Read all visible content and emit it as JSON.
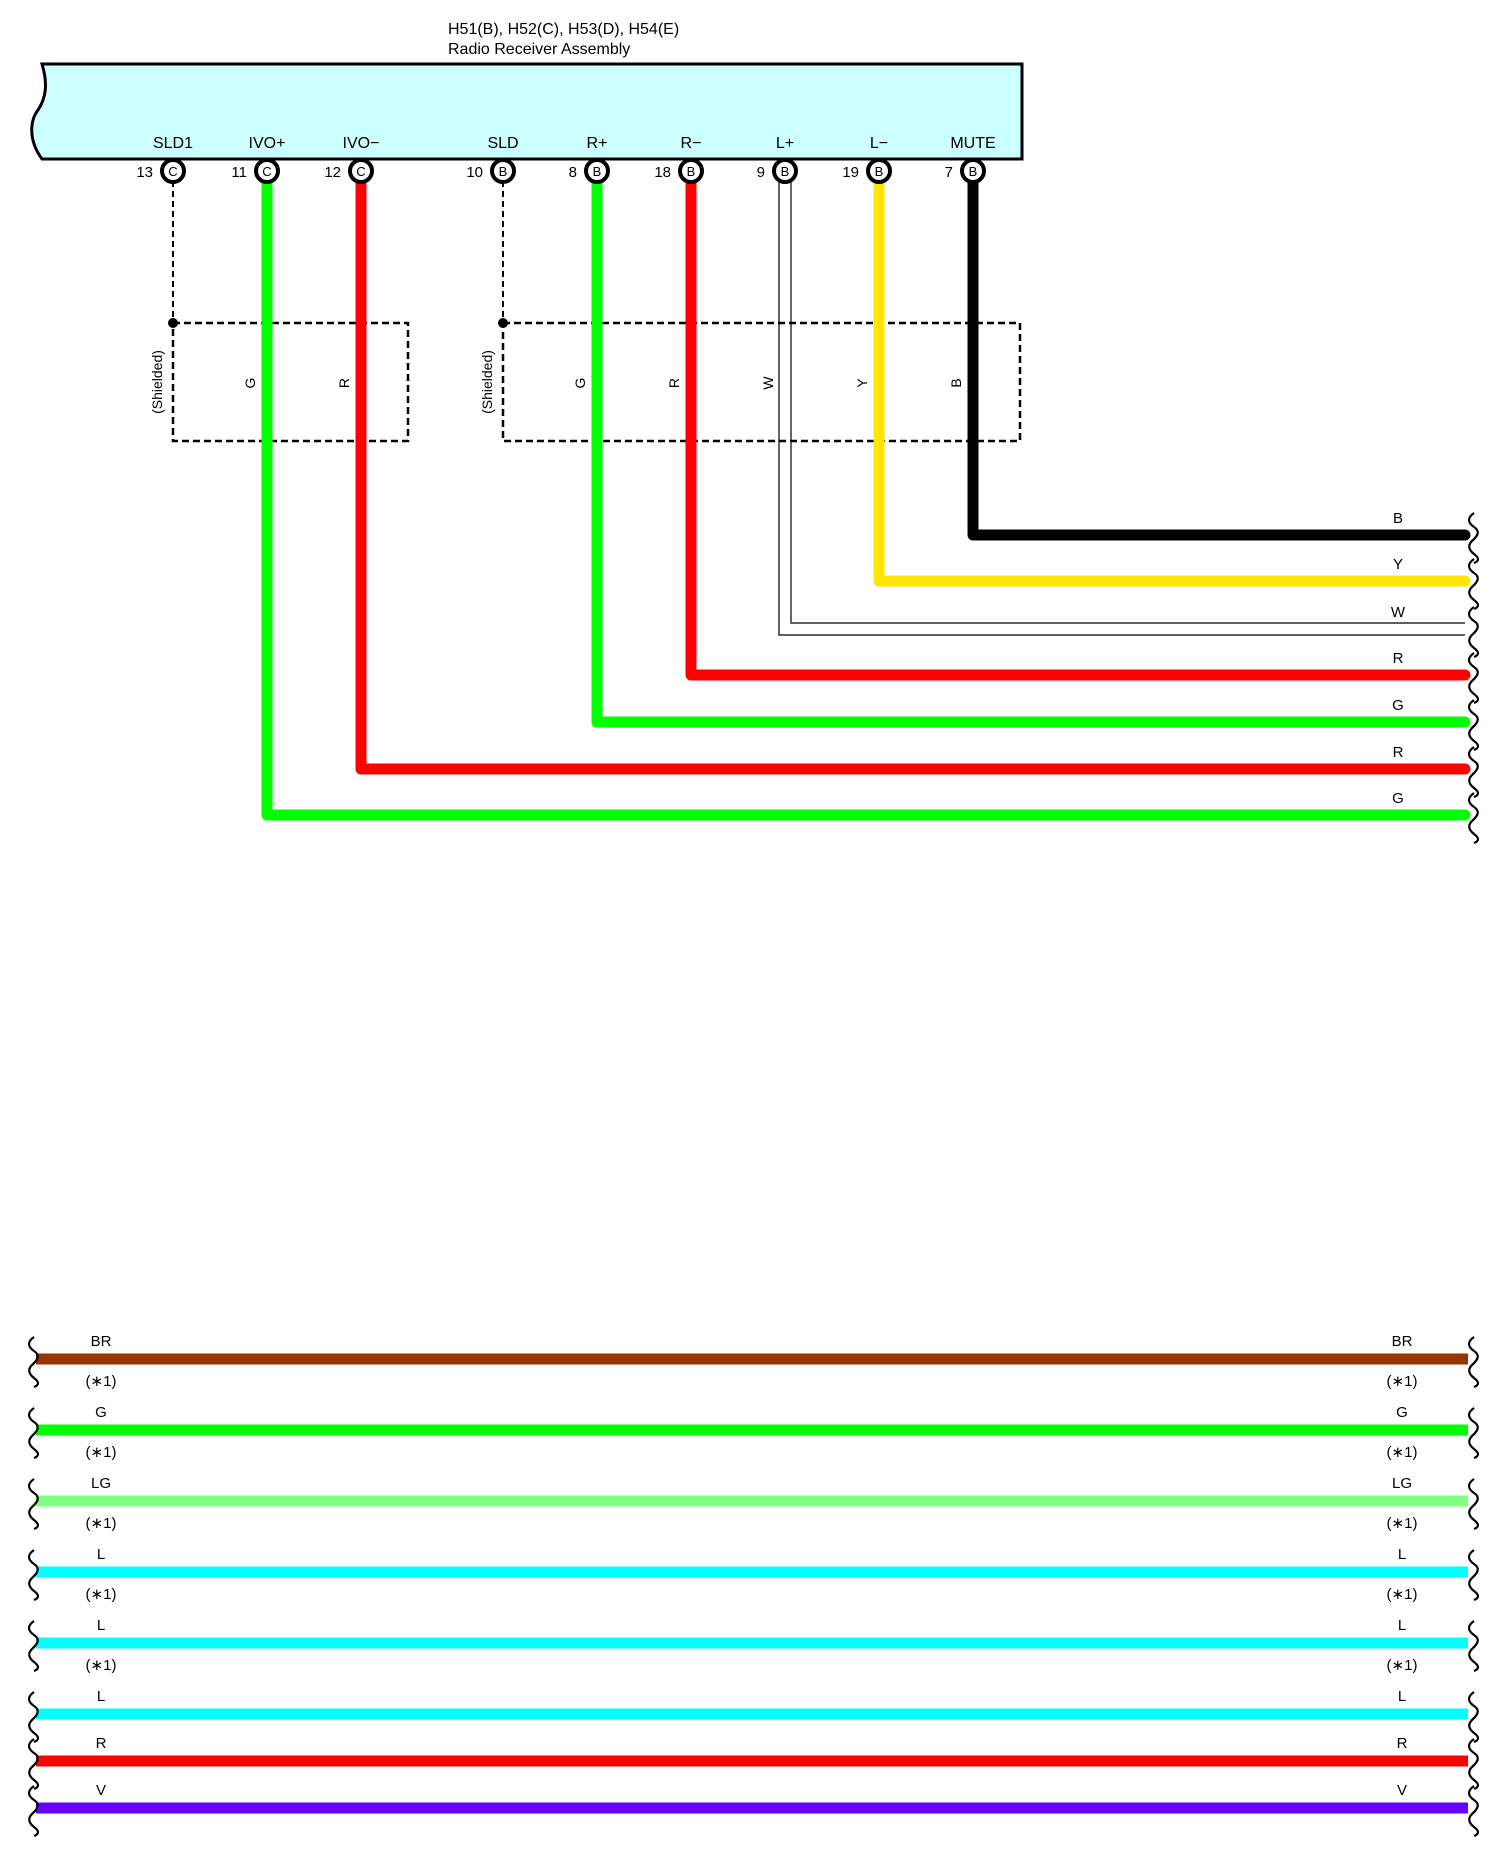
{
  "component": {
    "connectors_label": "H51(B), H52(C), H53(D), H54(E)",
    "name": "Radio Receiver Assembly",
    "box_color": "#ccffff"
  },
  "terminals": [
    {
      "id": "SLD1",
      "label": "SLD1",
      "pin": "13",
      "connector": "C"
    },
    {
      "id": "IVO+",
      "label": "IVO+",
      "pin": "11",
      "connector": "C"
    },
    {
      "id": "IVO-",
      "label": "IVO−",
      "pin": "12",
      "connector": "C"
    },
    {
      "id": "SLD",
      "label": "SLD",
      "pin": "10",
      "connector": "B"
    },
    {
      "id": "R+",
      "label": "R+",
      "pin": "8",
      "connector": "B"
    },
    {
      "id": "R-",
      "label": "R−",
      "pin": "18",
      "connector": "B"
    },
    {
      "id": "L+",
      "label": "L+",
      "pin": "9",
      "connector": "B"
    },
    {
      "id": "L-",
      "label": "L−",
      "pin": "19",
      "connector": "B"
    },
    {
      "id": "MUTE",
      "label": "MUTE",
      "pin": "7",
      "connector": "B"
    }
  ],
  "shield_label": "(Shielded)",
  "wires_top": [
    {
      "terminal": "MUTE",
      "code": "B",
      "color": "#000000"
    },
    {
      "terminal": "L-",
      "code": "Y",
      "color": "#ffe500"
    },
    {
      "terminal": "L+",
      "code": "W",
      "color": "#ffffff"
    },
    {
      "terminal": "R-",
      "code": "R",
      "color": "#ff0000"
    },
    {
      "terminal": "R+",
      "code": "G",
      "color": "#00ff00"
    },
    {
      "terminal": "IVO-",
      "code": "R",
      "color": "#ff0000"
    },
    {
      "terminal": "IVO+",
      "code": "G",
      "color": "#00ff00"
    }
  ],
  "wires_bottom": [
    {
      "code": "BR",
      "note": "(∗1)",
      "color": "#993300"
    },
    {
      "code": "G",
      "note": "(∗1)",
      "color": "#00ff00"
    },
    {
      "code": "LG",
      "note": "(∗1)",
      "color": "#80ff80"
    },
    {
      "code": "L",
      "note": "(∗1)",
      "color": "#00ffff"
    },
    {
      "code": "L",
      "note": "(∗1)",
      "color": "#00ffff"
    },
    {
      "code": "L",
      "note": "",
      "color": "#00ffff"
    },
    {
      "code": "R",
      "note": "",
      "color": "#ff0000"
    },
    {
      "code": "V",
      "note": "",
      "color": "#6600ff"
    }
  ]
}
